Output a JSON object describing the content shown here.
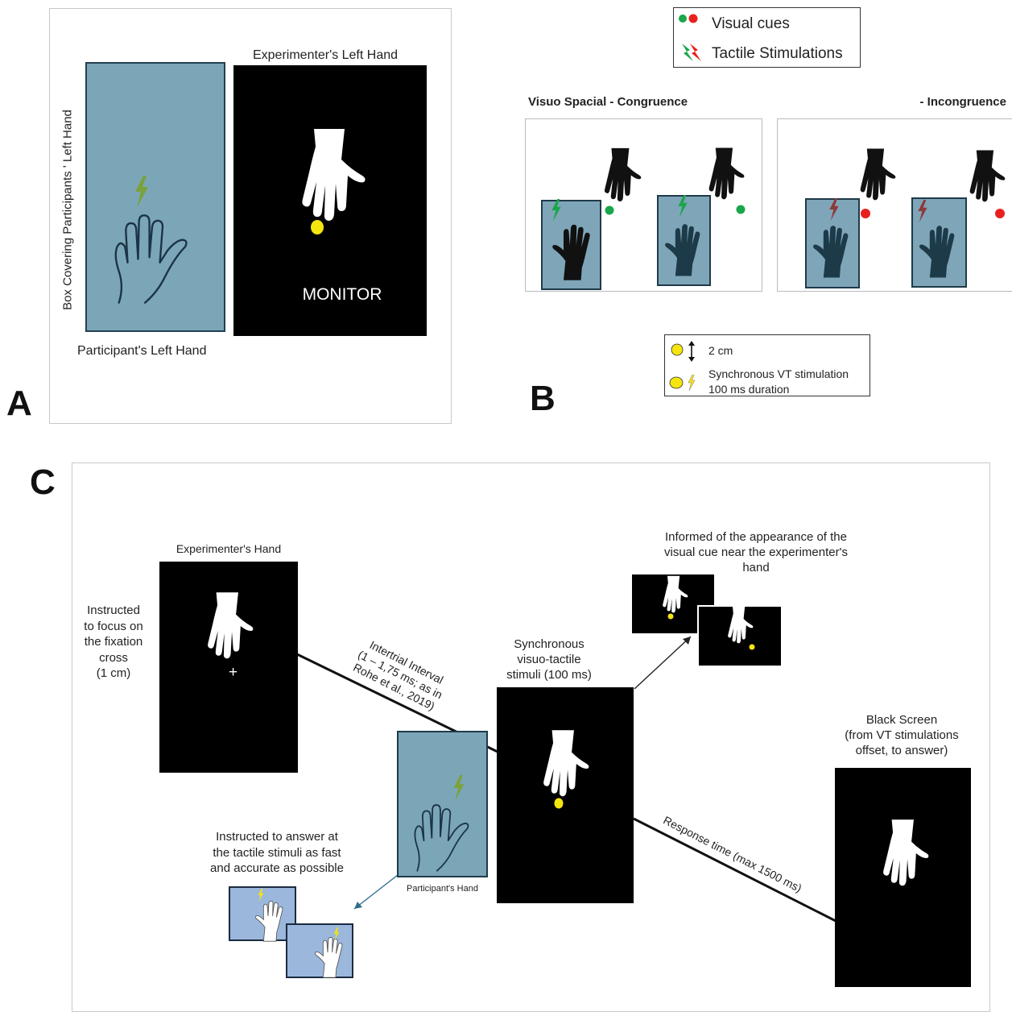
{
  "colors": {
    "blue_box": "#7ba6b8",
    "monitor": "#000000",
    "visual_cue_yellow": "#f5e50f",
    "cue_green": "#1aa64a",
    "cue_red": "#e8211f",
    "tactile_green": "#7aa23c",
    "tactile_red": "#8c3a3a"
  },
  "panel_a": {
    "letter": "A",
    "experimenter_label": "Experimenter's Left Hand",
    "box_label": "Box Covering Participants ' Left Hand",
    "participant_label": "Participant's  Left Hand",
    "monitor_label": "MONITOR"
  },
  "panel_b": {
    "letter": "B",
    "legend_visual": "Visual cues",
    "legend_tactile": "Tactile Stimulations",
    "congruence_title": "Visuo Spacial - Congruence",
    "incongruence_title": "- Incongruence",
    "legend2_distance": "2 cm",
    "legend2_sync_line1": "Synchronous VT stimulation",
    "legend2_sync_line2": "100 ms duration"
  },
  "panel_c": {
    "letter": "C",
    "experimenter_hand_label": "Experimenter's Hand",
    "fixation_instruction": [
      "Instructed",
      "to focus on",
      "the fixation",
      "cross",
      "(1 cm)"
    ],
    "fixation_cross": "+",
    "intertrial_text": [
      "Intertrial Interval",
      "(1 – 1,75 ms; as in",
      "Rohe et al., 2019)"
    ],
    "sync_stimuli": [
      "Synchronous",
      "visuo-tactile",
      "stimuli (100 ms)"
    ],
    "informed_text": [
      "Informed of the appearance of the",
      "visual cue near the experimenter's",
      "hand"
    ],
    "black_screen": [
      "Black Screen",
      "(from VT stimulations",
      "offset, to answer)"
    ],
    "response_time": "Response time (max 1500 ms)",
    "answer_instruction": [
      "Instructed to answer at",
      "the tactile stimuli as fast",
      "and accurate as possible"
    ],
    "participant_hand_label": "Participant's Hand"
  }
}
